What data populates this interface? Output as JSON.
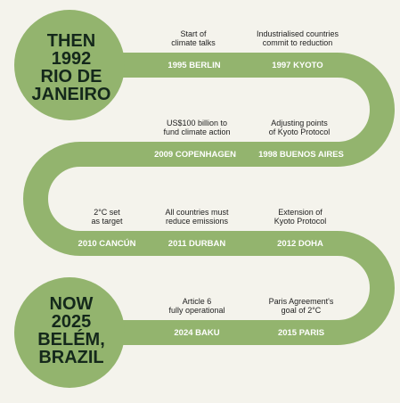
{
  "colors": {
    "background": "#f4f3ec",
    "road": "#93b46e",
    "text_dark": "#14281b",
    "label_text": "#ffffff"
  },
  "start": {
    "line1": "THEN",
    "line2": "1992",
    "line3": "RIO DE",
    "line4": "JANEIRO"
  },
  "end": {
    "line1": "NOW",
    "line2": "2025",
    "line3": "BELÉM,",
    "line4": "BRAZIL"
  },
  "milestones": [
    {
      "label": "1995 BERLIN",
      "desc1": "Start of",
      "desc2": "climate talks"
    },
    {
      "label": "1997 KYOTO",
      "desc1": "Industrialised countries",
      "desc2": "commit to reduction"
    },
    {
      "label": "1998 BUENOS AIRES",
      "desc1": "Adjusting points",
      "desc2": "of Kyoto Protocol"
    },
    {
      "label": "2009 COPENHAGEN",
      "desc1": "US$100 billion to",
      "desc2": "fund climate action"
    },
    {
      "label": "2010 CANCÚN",
      "desc1": "2°C set",
      "desc2": "as target"
    },
    {
      "label": "2011 DURBAN",
      "desc1": "All countries must",
      "desc2": "reduce emissions"
    },
    {
      "label": "2012 DOHA",
      "desc1": "Extension of",
      "desc2": "Kyoto Protocol"
    },
    {
      "label": "2015 PARIS",
      "desc1": "Paris Agreement's",
      "desc2": "goal of 2°C"
    },
    {
      "label": "2024 BAKU",
      "desc1": "Article 6",
      "desc2": "fully operational"
    }
  ]
}
